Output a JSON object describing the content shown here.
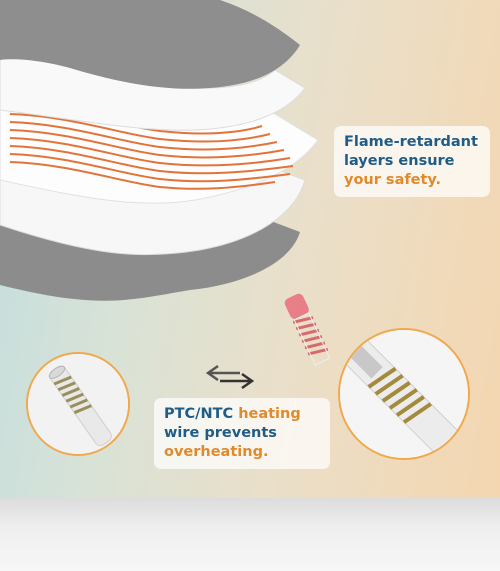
{
  "callouts": {
    "flame": {
      "part1": "Flame-retardant layers ensure",
      "part2": "your safety."
    },
    "wire": {
      "part1": "PTC/NTC",
      "part2": "heating",
      "part3": "wire prevents",
      "part4": "overheating."
    }
  },
  "icons": {
    "swap": "swap-arrows-icon"
  },
  "colors": {
    "callout_blue": "#1f5c86",
    "callout_orange": "#e08a2b",
    "heating_wire": "#e0743a",
    "circle_border": "#f0a84a"
  }
}
